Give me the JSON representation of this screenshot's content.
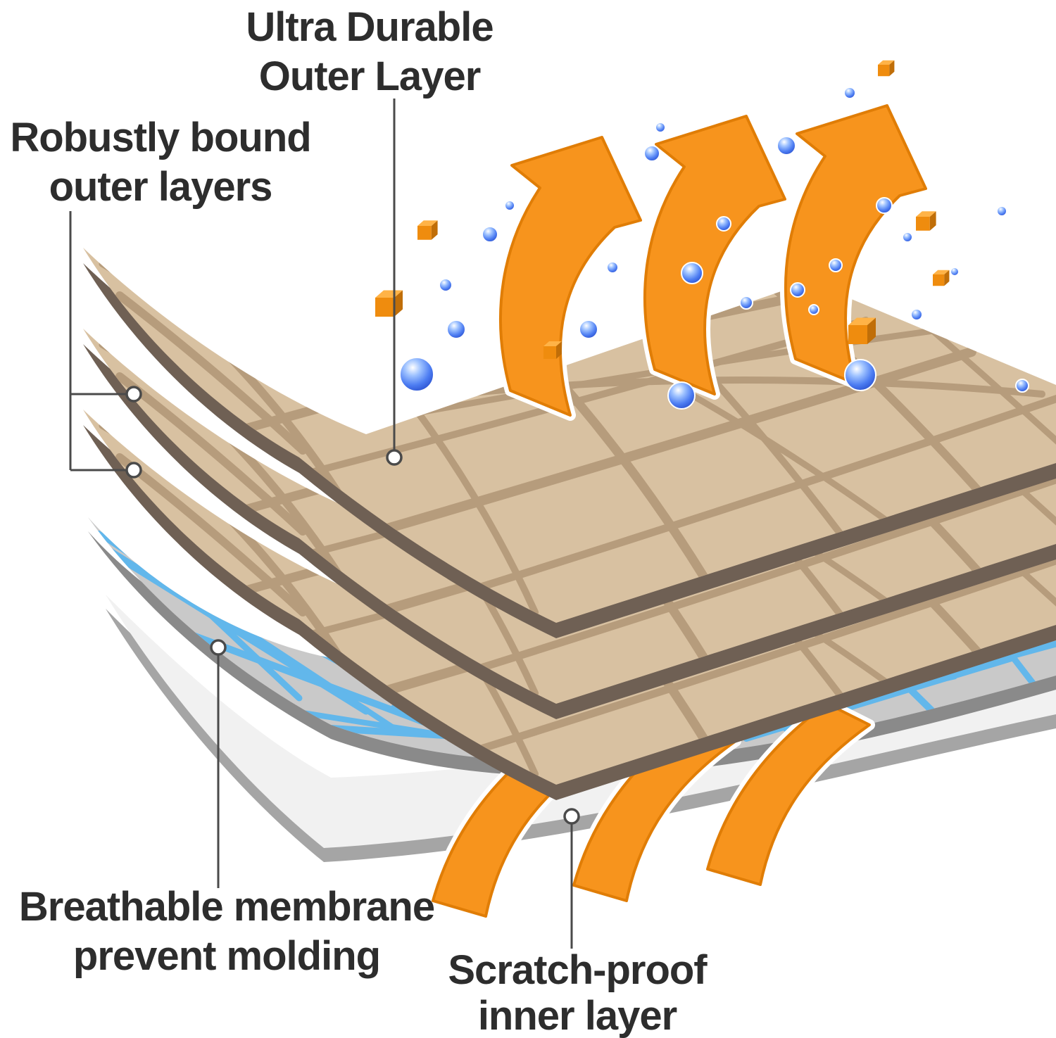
{
  "labels": {
    "outer": {
      "line1": "Ultra Durable",
      "line2": "Outer Layer"
    },
    "bound": {
      "line1": "Robustly bound",
      "line2": "outer layers"
    },
    "membrane": {
      "line1": "Breathable membrane",
      "line2": "prevent molding"
    },
    "inner": {
      "line1": "Scratch-proof",
      "line2": "inner layer"
    }
  },
  "colors": {
    "background": "#ffffff",
    "text": "#2d2d2d",
    "connector": "#4a4a4a",
    "outer_fabric": "#d8c1a1",
    "fabric_fiber": "#b39878",
    "fabric_edge": "#6f6054",
    "membrane_base": "#c9c9c9",
    "membrane_fiber": "#57b5ef",
    "membrane_edge": "#8a8a8a",
    "inner_layer": "#f1f1f1",
    "inner_edge": "#a5a5a5",
    "arrow": "#f7941d",
    "arrow_outline": "#e07d06",
    "bubble": "#4d7df2",
    "bubble_deep": "#2448c8",
    "bubble_light": "#9ec2ff",
    "cube": "#ef8c0e",
    "cube_light": "#ffb347",
    "cube_dark": "#c06e08"
  }
}
